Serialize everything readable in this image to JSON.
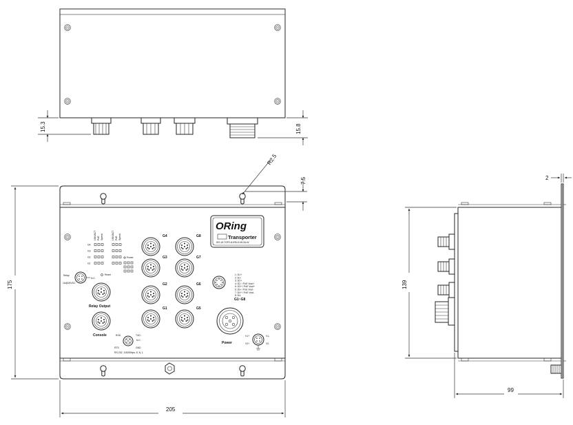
{
  "dimensions": {
    "top_left_height": "15.3",
    "top_right_height": "15.8",
    "radius": "R2.5",
    "hole_offset": "7.5",
    "height": "175",
    "width": "205",
    "side_thickness": "2",
    "side_height": "139",
    "side_depth": "99"
  },
  "panel": {
    "brand": "ORing",
    "product": "Transporter",
    "model": "IES-18 TGP2-8-IR8-D-M12A-W",
    "ports": [
      "G4",
      "G8",
      "G3",
      "G7",
      "G2",
      "G6",
      "G1",
      "G5"
    ],
    "poe_header": "G1~G8",
    "relay_label": "Relay Output",
    "console_label": "Console",
    "power_label": "Power",
    "reset_label": "Reset",
    "power_led_label": "Power",
    "relay_small": "Relay",
    "relay_nc": "N.C.",
    "relay_rating": "1A@24VDC",
    "console_pins": [
      "RXD",
      "TXD",
      "N.C.",
      "RTS",
      "GND"
    ],
    "console_spec": "RS-232, 115200bps, 8, N, 1",
    "led_rows": [
      "G4",
      "G3",
      "G2",
      "G1"
    ],
    "led_cols": [
      "LNK/ACT",
      "PoE",
      "Speed"
    ],
    "poe_pins": [
      "1: D1+",
      "2: D1-",
      "3: D2+",
      "4: D2- / PoE Vout+",
      "5: D3+ / PoE Vout+",
      "6: D3- / PoE Vout-",
      "7: D4+ / PoE Vout-",
      "8: D4-"
    ],
    "power_pins": [
      "V1+",
      "V1-",
      "V2+",
      "V2-"
    ]
  }
}
